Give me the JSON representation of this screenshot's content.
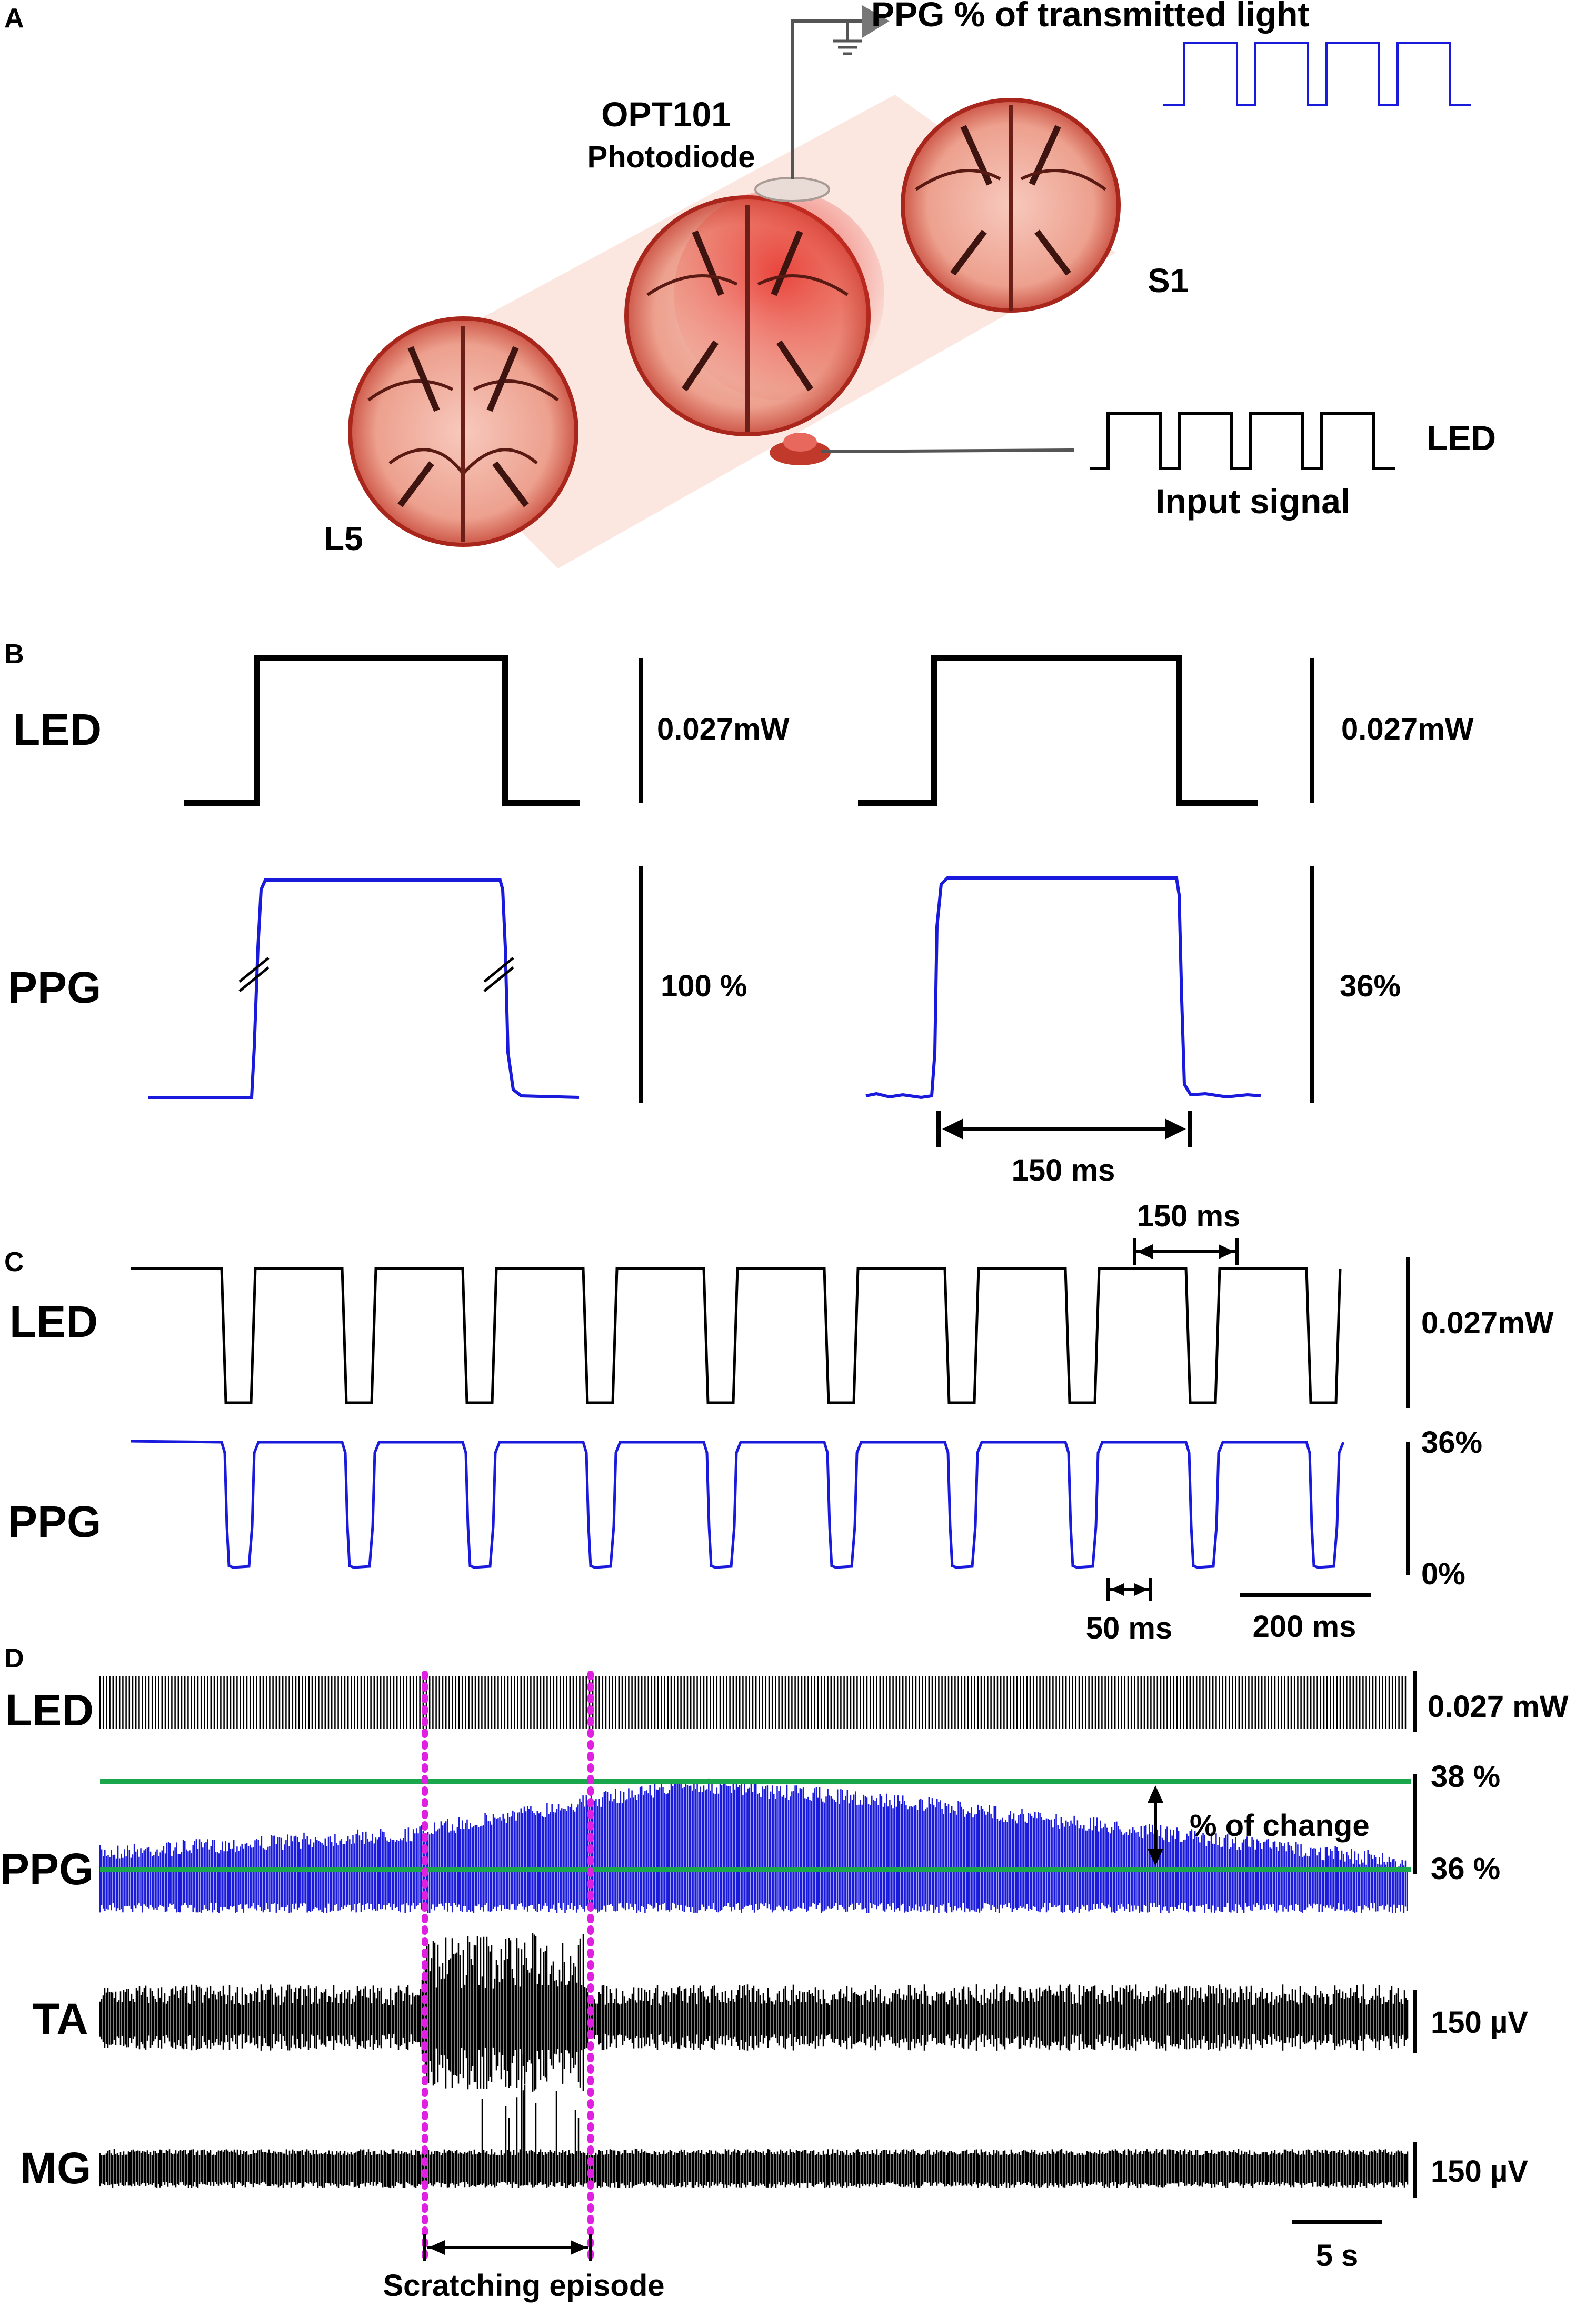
{
  "panel_a": {
    "letter": "A",
    "ppg_label": "PPG % of transmitted light",
    "sensor_name": "OPT101",
    "sensor_type": "Photodiode",
    "segment_left": "L5",
    "segment_right": "S1",
    "led_label": "LED",
    "input_label": "Input signal"
  },
  "panel_b": {
    "letter": "B",
    "led_label": "LED",
    "ppg_label": "PPG",
    "led_scale_left": "0.027mW",
    "led_scale_right": "0.027mW",
    "ppg_scale_left": "100 %",
    "ppg_scale_right": "36%",
    "duration_label": "150 ms"
  },
  "panel_c": {
    "letter": "C",
    "led_label": "LED",
    "ppg_label": "PPG",
    "led_scale": "0.027mW",
    "ppg_top": "36%",
    "ppg_bottom": "0%",
    "on_label": "150 ms",
    "off_label": "50 ms",
    "scalebar_label": "200 ms"
  },
  "panel_d": {
    "letter": "D",
    "led_label": "LED",
    "ppg_label": "PPG",
    "ta_label": "TA",
    "mg_label": "MG",
    "led_scale": "0.027 mW",
    "ppg_top": "38 %",
    "ppg_bottom": "36 %",
    "change_label": "% of change",
    "ta_scale": "150 µV",
    "mg_scale": "150 µV",
    "time_scale": "5 s",
    "episode_label": "Scratching episode"
  },
  "colors": {
    "ppg_trace": "#1a1adc",
    "reference_line": "#1aa64a",
    "episode_marker": "#e020e0",
    "tissue": "#d9574a"
  }
}
